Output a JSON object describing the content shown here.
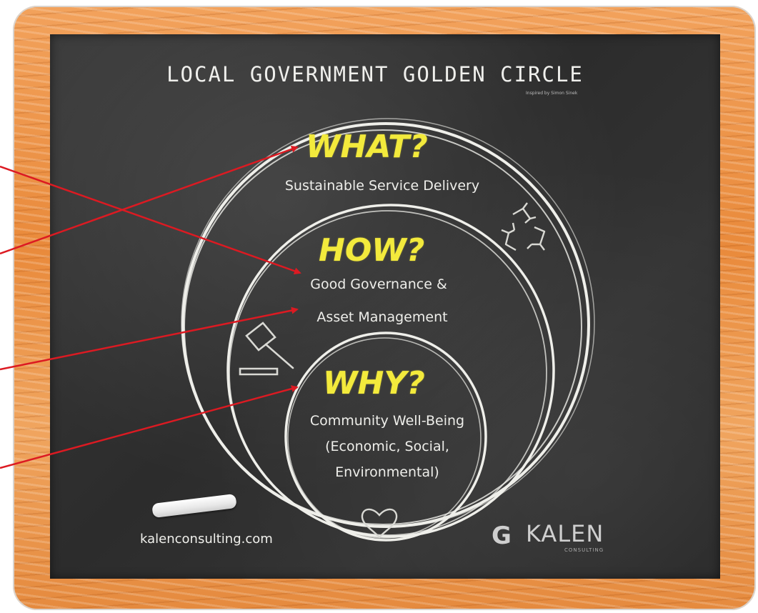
{
  "title": "LOCAL GOVERNMENT GOLDEN CIRCLE",
  "title_credit": "Inspired by Simon Sinek",
  "rings": [
    {
      "heading": "WHAT?",
      "lines": [
        "Sustainable Service Delivery"
      ]
    },
    {
      "heading": "HOW?",
      "lines": [
        "Good Governance &",
        "Asset Management"
      ]
    },
    {
      "heading": "WHY?",
      "lines": [
        "Community Well-Being",
        "(Economic, Social,",
        "Environmental)"
      ]
    }
  ],
  "icons": [
    "recycle-icon",
    "gavel-icon",
    "heart-icon",
    "chalk-stick"
  ],
  "website": "kalenconsulting.com",
  "brand": {
    "name": "KALEN",
    "tagline": "CONSULTING"
  },
  "colors": {
    "heading": "#f3ea3c",
    "chalk": "#eeeeea",
    "arrow": "#dc1a22",
    "board": "#2f2f2f",
    "frame": "#ec9346"
  }
}
